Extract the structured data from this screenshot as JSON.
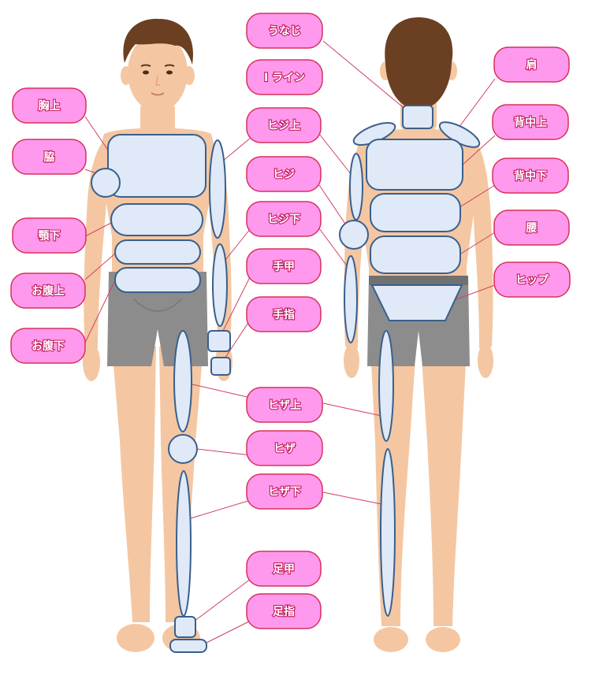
{
  "colors": {
    "label_fill": "#ff99ee",
    "label_border": "#d8305a",
    "label_text": "#ffffff",
    "label_text_outline": "#c2185b",
    "zone_fill": "#dfe9f7",
    "zone_stroke": "#3a5f8c",
    "leader_line": "#d0405e",
    "skin": "#f4c7a2",
    "hair": "#6b3f22",
    "underwear": "#8c8c8c"
  },
  "labels": {
    "chest_upper": "胸上",
    "armpit": "脇",
    "neck_lower": "顎下",
    "belly_upper": "お腹上",
    "belly_lower": "お腹下",
    "nape": "うなじ",
    "i_line": "I ライン",
    "elbow_upper": "ヒジ上",
    "elbow": "ヒジ",
    "elbow_lower": "ヒジ下",
    "hand_back": "手甲",
    "fingers": "手指",
    "knee_upper": "ヒザ上",
    "knee": "ヒザ",
    "knee_lower": "ヒザ下",
    "foot_back": "足甲",
    "toes": "足指",
    "shoulder": "肩",
    "back_upper": "背中上",
    "back_lower": "背中下",
    "waist": "腰",
    "hip": "ヒップ"
  }
}
